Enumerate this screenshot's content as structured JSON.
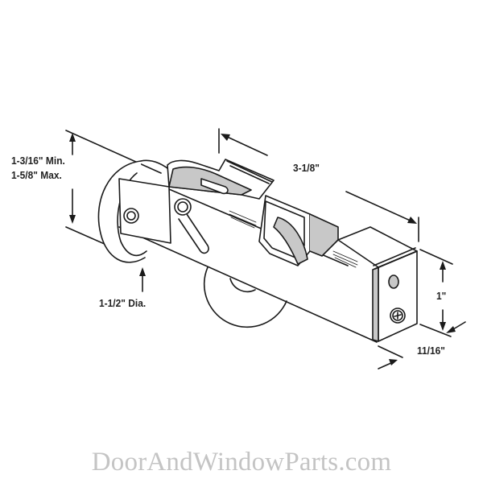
{
  "diagram": {
    "subject": "Sliding door roller assembly",
    "dimensions": {
      "height_min": "1-3/16\" Min.",
      "height_max": "1-5/8\" Max.",
      "length": "3-1/8\"",
      "body_height": "1\"",
      "body_width": "11/16\"",
      "wheel_diameter": "1-1/2\" Dia."
    },
    "colors": {
      "line": "#1a1a1a",
      "fill": "#ffffff",
      "shade": "#c8c8c8",
      "watermark": "#c4c4c4"
    }
  },
  "watermark": {
    "text": "DoorAndWindowParts.com"
  }
}
